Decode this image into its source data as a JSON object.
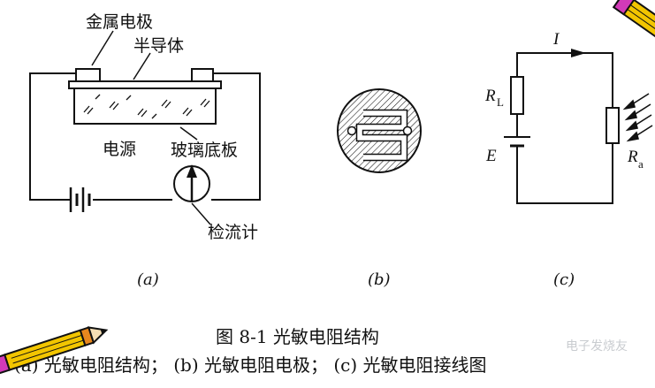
{
  "panel_a": {
    "label_metal_electrode": "金属电极",
    "label_semiconductor": "半导体",
    "label_power": "电源",
    "label_glass": "玻璃底板",
    "label_galvanometer": "检流计",
    "sub_label": "(a)"
  },
  "panel_b": {
    "sub_label": "(b)"
  },
  "panel_c": {
    "current": "I",
    "load_resistor": "R",
    "load_resistor_sub": "L",
    "emf": "E",
    "photoresistor": "R",
    "photoresistor_sub": "a",
    "sub_label": "(c)"
  },
  "figure_caption": "图 8-1 光敏电阻结构",
  "bottom_caption": "(a) 光敏电阻结构； (b) 光敏电阻电极； (c) 光敏电阻接线图",
  "watermark": "电子发烧友",
  "colors": {
    "line": "#111111",
    "pencil_yellow": "#f2c500",
    "pencil_pink": "#d23ab8",
    "pencil_orange": "#e8871e"
  },
  "icons": [
    "pencil-decoration",
    "pencil-decoration"
  ]
}
